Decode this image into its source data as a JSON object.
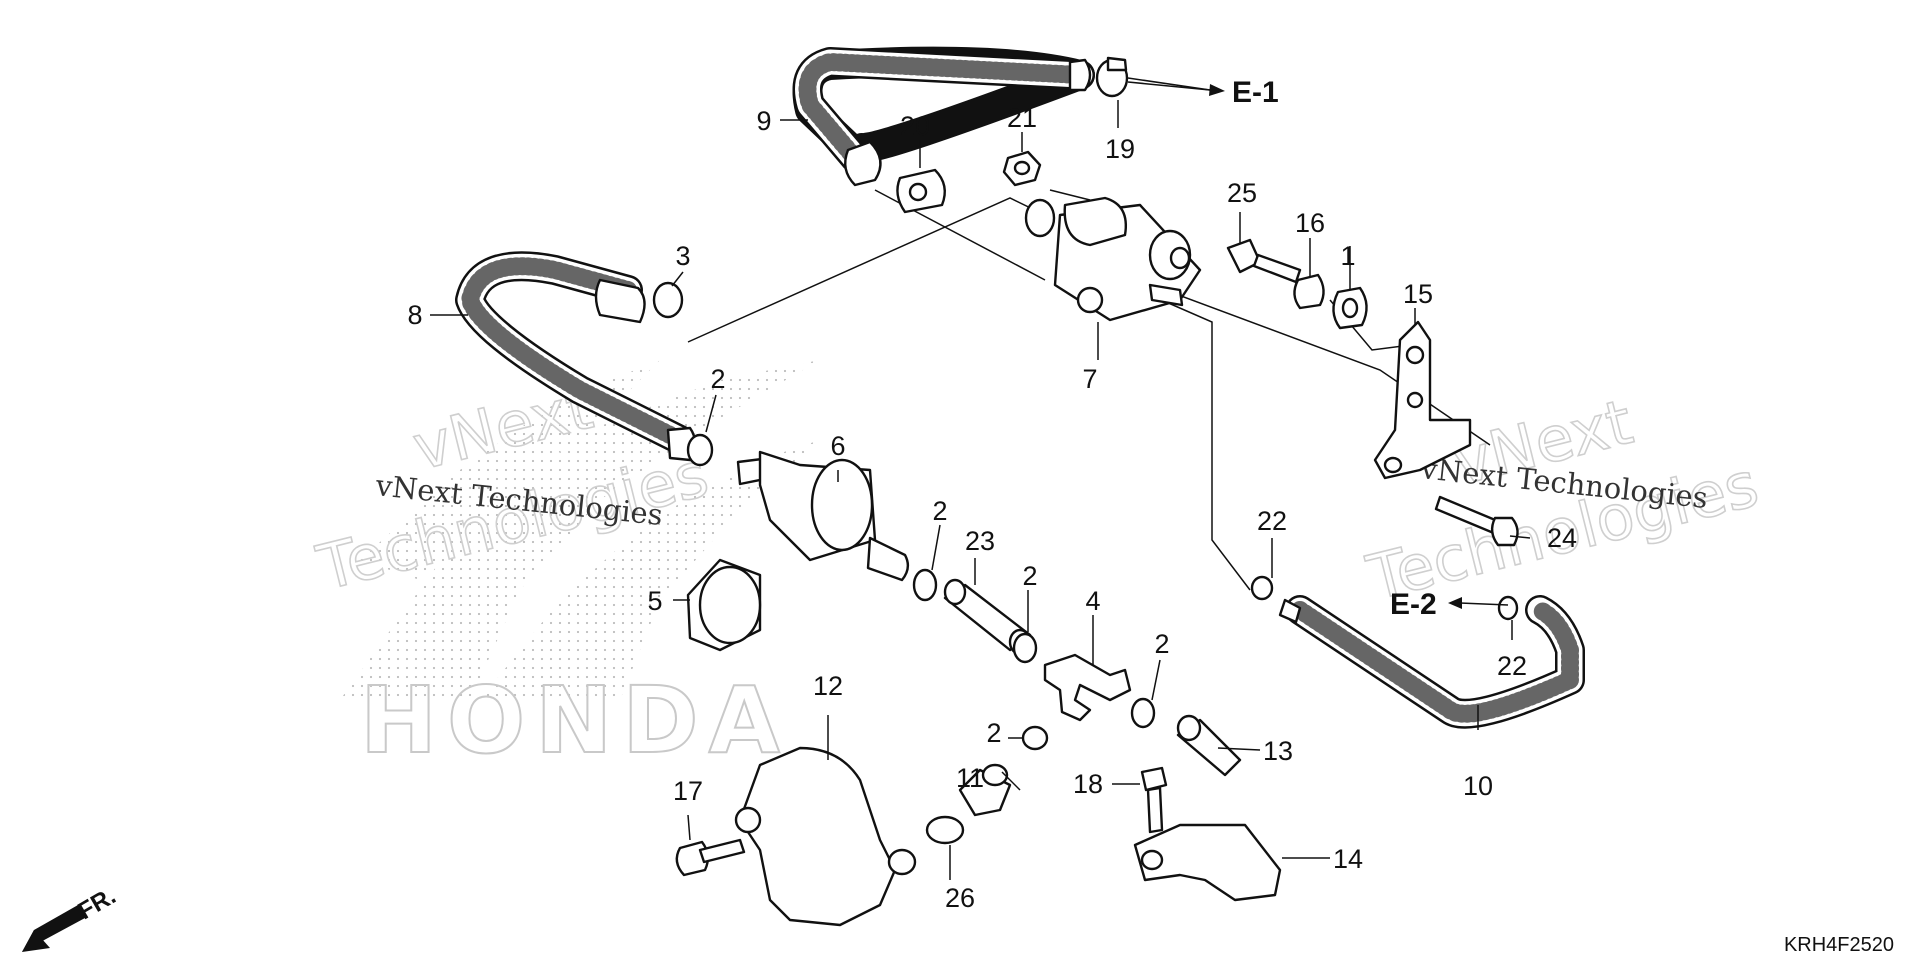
{
  "diagram_code": "KRH4F2520",
  "watermark": {
    "brand_large_1": "vNext",
    "brand_large_2": "Technologies",
    "brand_small": "vNext Technologies",
    "logo_text": "HONDA"
  },
  "refs": {
    "e1": "E-1",
    "e2": "E-2"
  },
  "front_label": "FR.",
  "callouts": {
    "c1": "1",
    "c2a": "2",
    "c2b": "2",
    "c2c": "2",
    "c2d": "2",
    "c2e": "2",
    "c3": "3",
    "c4": "4",
    "c5": "5",
    "c6": "6",
    "c7": "7",
    "c8": "8",
    "c9": "9",
    "c10": "10",
    "c11": "11",
    "c12": "12",
    "c13": "13",
    "c14": "14",
    "c15": "15",
    "c16": "16",
    "c17": "17",
    "c18": "18",
    "c19": "19",
    "c20": "20",
    "c21": "21",
    "c22a": "22",
    "c22b": "22",
    "c23": "23",
    "c24": "24",
    "c25": "25",
    "c26": "26"
  },
  "icons": {
    "front_arrow": "arrow-down-left-icon"
  }
}
